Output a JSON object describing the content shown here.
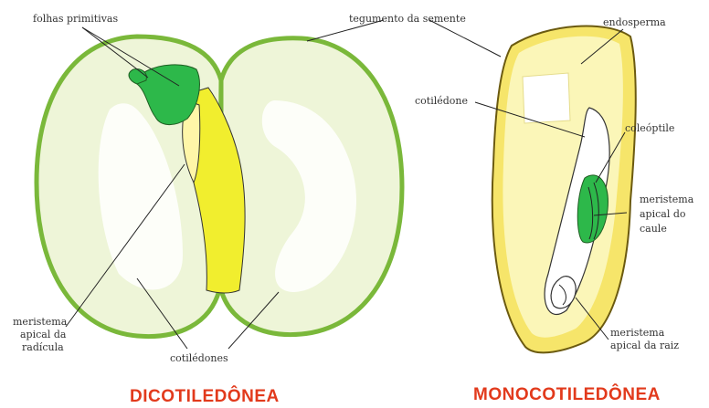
{
  "labels": {
    "folhas_primitivas": "folhas primitivas",
    "tegumento": "tegumento da semente",
    "endosperma": "endosperma",
    "cotiledone": "cotilédone",
    "coleoptile": "coleóptile",
    "meristema_apical_caule": [
      "meristema",
      "apical do",
      "caule"
    ],
    "meristema_apical_radicula": [
      "meristema",
      "apical da",
      "radícula"
    ],
    "cotiledones": "cotilédones",
    "meristema_apical_raiz": [
      "meristema",
      "apical da raiz"
    ]
  },
  "titles": {
    "dicot": "DICOTILEDÔNEA",
    "monocot": "MONOCOTILEDÔNEA"
  },
  "colors": {
    "seed_coat": "#7ab83a",
    "cotyledon_fill": "#eef5d8",
    "endosperm_fill": "#f6e56a",
    "embryo_yellow": "#f1ee2e",
    "leaf_green": "#2db84a",
    "title_red": "#e23a1c"
  }
}
